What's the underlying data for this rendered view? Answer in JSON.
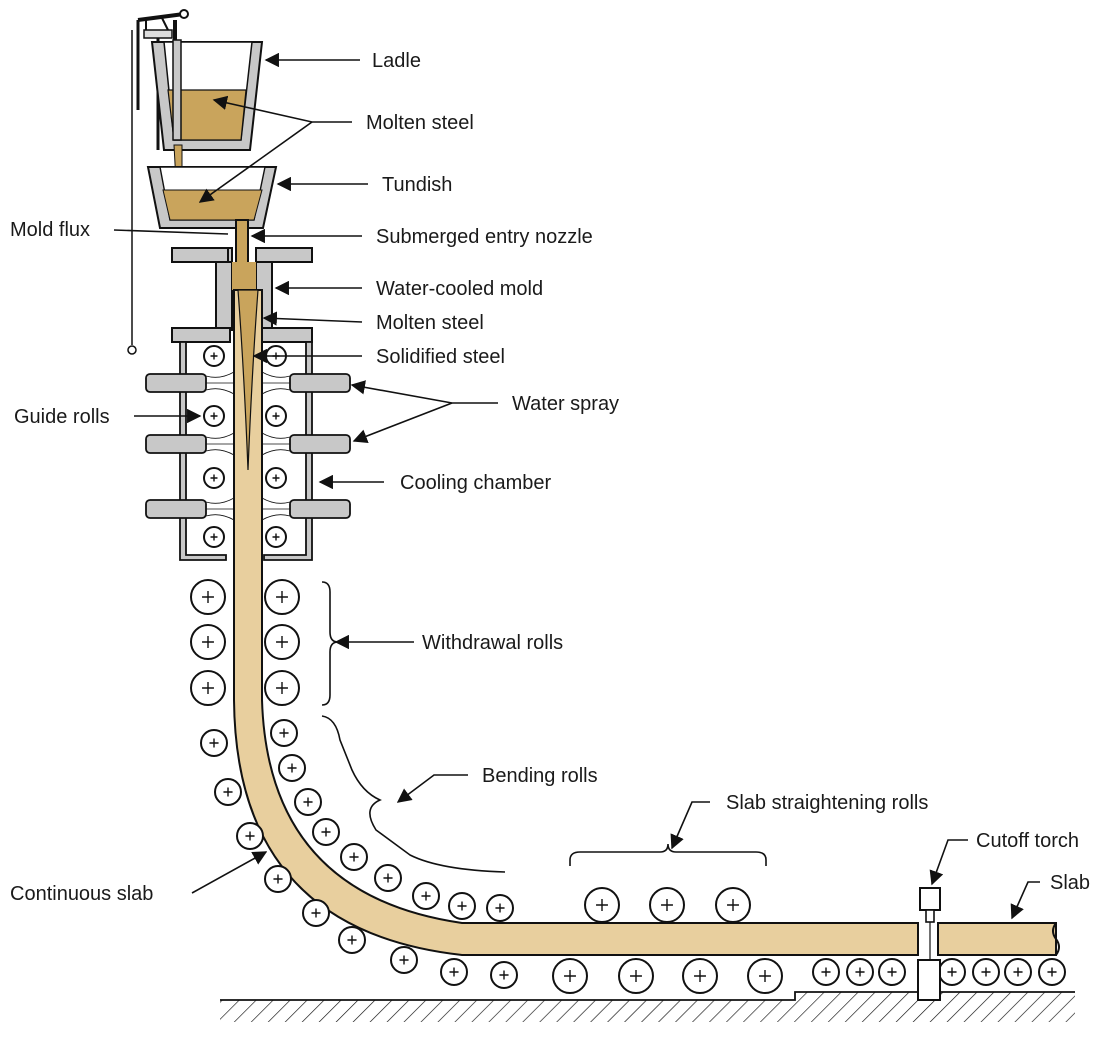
{
  "labels": {
    "ladle": "Ladle",
    "molten_steel_top": "Molten steel",
    "tundish": "Tundish",
    "mold_flux": "Mold flux",
    "submerged_entry_nozzle": "Submerged entry nozzle",
    "water_cooled_mold": "Water-cooled mold",
    "molten_steel_mold": "Molten steel",
    "solidified_steel": "Solidified steel",
    "guide_rolls": "Guide rolls",
    "water_spray": "Water spray",
    "cooling_chamber": "Cooling chamber",
    "withdrawal_rolls": "Withdrawal rolls",
    "bending_rolls": "Bending rolls",
    "slab_straightening_rolls": "Slab straightening rolls",
    "cutoff_torch": "Cutoff torch",
    "slab": "Slab",
    "continuous_slab": "Continuous slab"
  },
  "colors": {
    "molten_steel": "#c9a45c",
    "slab": "#e8cf9e",
    "equipment_gray": "#c8c8c8",
    "roll_fill": "#ffffff",
    "line": "#111111"
  }
}
